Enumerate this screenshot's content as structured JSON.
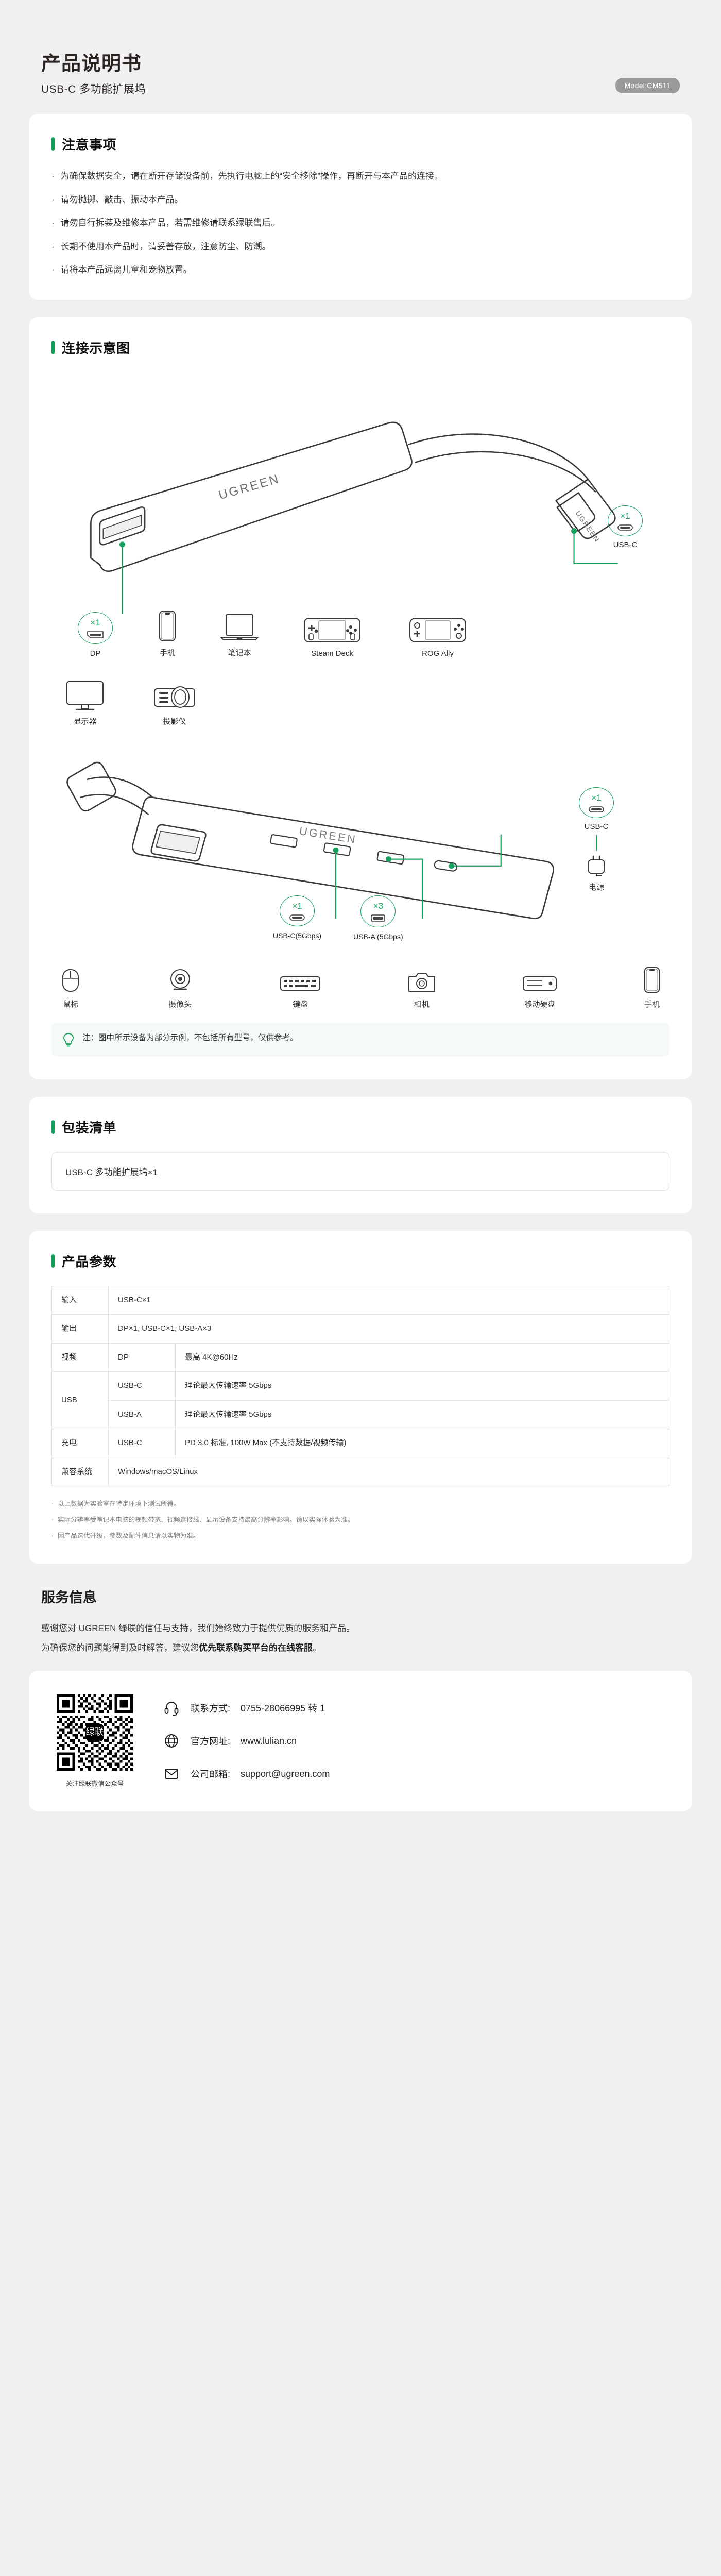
{
  "header": {
    "title": "产品说明书",
    "subtitle": "USB-C 多功能扩展坞",
    "model_badge": "Model:CM511",
    "brand": "UGREEN"
  },
  "notices": {
    "heading": "注意事项",
    "items": [
      "为确保数据安全，请在断开存储设备前，先执行电脑上的“安全移除”操作，再断开与本产品的连接。",
      "请勿抛掷、敲击、振动本产品。",
      "请勿自行拆装及维修本产品，若需维修请联系绿联售后。",
      "长期不使用本产品时，请妥善存放，注意防尘、防潮。",
      "请将本产品远离儿童和宠物放置。"
    ]
  },
  "diagram": {
    "heading": "连接示意图",
    "top": {
      "host_badge": "×1",
      "host_label": "USB-C",
      "dp_badge": "×1",
      "dp_label": "DP",
      "devices": [
        "手机",
        "笔记本",
        "Steam Deck",
        "ROG Ally"
      ],
      "displays": [
        "显示器",
        "投影仪"
      ]
    },
    "bottom": {
      "usbc_badge": "×1",
      "usbc_label": "USB-C",
      "power_label": "电源",
      "usbc5_badge": "×1",
      "usbc5_label": "USB-C(5Gbps)",
      "usba_badge": "×3",
      "usba_label": "USB-A (5Gbps)",
      "peripherals": [
        "鼠标",
        "摄像头",
        "键盘",
        "相机",
        "移动硬盘",
        "手机"
      ]
    },
    "tip": "注：图中所示设备为部分示例，不包括所有型号，仅供参考。"
  },
  "package": {
    "heading": "包装清单",
    "items": [
      "USB-C 多功能扩展坞×1"
    ]
  },
  "spec": {
    "heading": "产品参数",
    "rows": [
      {
        "key": "输入",
        "sub": "",
        "value": "USB-C×1"
      },
      {
        "key": "输出",
        "sub": "",
        "value": "DP×1, USB-C×1, USB-A×3"
      },
      {
        "key": "视频",
        "sub": "DP",
        "value": "最高 4K@60Hz"
      },
      {
        "key": "USB",
        "sub": "USB-C",
        "value": "理论最大传输速率 5Gbps"
      },
      {
        "key": "USB",
        "sub": "USB-A",
        "value": "理论最大传输速率 5Gbps"
      },
      {
        "key": "充电",
        "sub": "USB-C",
        "value": "PD 3.0 标准, 100W Max (不支持数据/视频传输)"
      },
      {
        "key": "兼容系统",
        "sub": "",
        "value": "Windows/macOS/Linux"
      }
    ],
    "notes": [
      "以上数据为实验室在特定环境下测试所得。",
      "实际分辨率受笔记本电脑的视频带宽、视频连接线、显示设备支持最高分辨率影响。请以实际体验为准。",
      "因产品迭代升级，参数及配件信息请以实物为准。"
    ]
  },
  "service": {
    "heading": "服务信息",
    "para1_a": "感谢您对 UGREEN 绿联的信任与支持，我们始终致力于提供优质的服务和产品。",
    "para2_a": "为确保您的问题能得到及时解答，建议您",
    "para2_b": "优先联系购买平台的在线客服",
    "para2_c": "。",
    "qr_caption": "关注绿联微信公众号",
    "contacts": [
      {
        "icon": "headset-icon",
        "label": "联系方式:",
        "value": "0755-28066995 转 1"
      },
      {
        "icon": "globe-icon",
        "label": "官方网址:",
        "value": "www.lulian.cn"
      },
      {
        "icon": "envelope-icon",
        "label": "公司邮箱:",
        "value": "support@ugreen.com"
      }
    ]
  },
  "colors": {
    "brand_green": "#12a05c",
    "page_bg": "#f0f0f2",
    "card_bg": "#ffffff"
  }
}
